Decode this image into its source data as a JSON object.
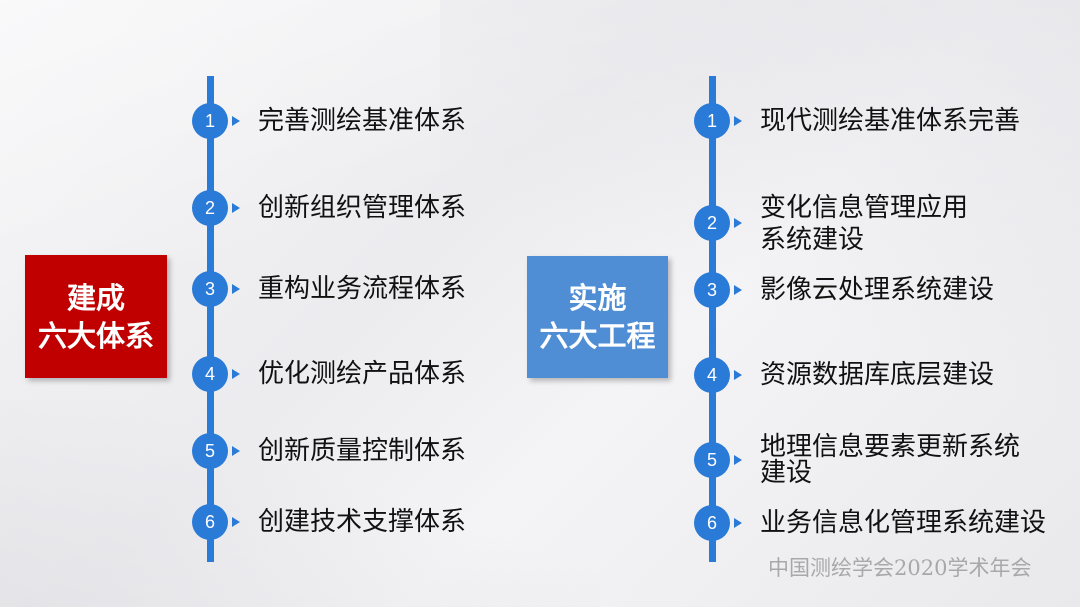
{
  "left_panel": {
    "title_line1": "建成",
    "title_line2": "六大体系",
    "color": "#c00000",
    "items": [
      {
        "num": "1",
        "label": "完善测绘基准体系"
      },
      {
        "num": "2",
        "label": "创新组织管理体系"
      },
      {
        "num": "3",
        "label": "重构业务流程体系"
      },
      {
        "num": "4",
        "label": "优化测绘产品体系"
      },
      {
        "num": "5",
        "label": "创新质量控制体系"
      },
      {
        "num": "6",
        "label": "创建技术支撑体系"
      }
    ]
  },
  "right_panel": {
    "title_line1": "实施",
    "title_line2": "六大工程",
    "color": "#4f8ed4",
    "items": [
      {
        "num": "1",
        "label": "现代测绘基准体系完善"
      },
      {
        "num": "2",
        "label": "变化信息管理应用\n系统建设"
      },
      {
        "num": "3",
        "label": "影像云处理系统建设"
      },
      {
        "num": "4",
        "label": "资源数据库底层建设"
      },
      {
        "num": "5",
        "label": "地理信息要素更新系统\n建设"
      },
      {
        "num": "6",
        "label": "业务信息化管理系统建设"
      }
    ]
  },
  "accent_color": "#2a7ad8",
  "footer": "中国测绘学会2020学术年会"
}
